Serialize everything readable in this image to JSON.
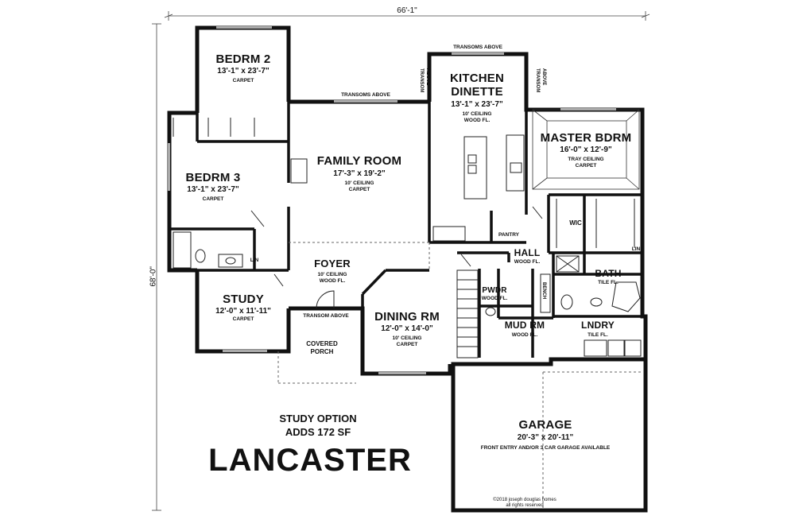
{
  "dimensions": {
    "width_label": "66'-1\"",
    "depth_label": "68'-0\""
  },
  "rooms": {
    "bedrm2": {
      "name": "BEDRM 2",
      "size": "13'-1\" x 23'-7\"",
      "note": "CARPET"
    },
    "bedrm3": {
      "name": "BEDRM 3",
      "size": "13'-1\" x 23'-7\"",
      "note": "CARPET"
    },
    "study": {
      "name": "STUDY",
      "size": "12'-0\" x 11'-11\"",
      "note": "CARPET"
    },
    "family": {
      "name": "FAMILY ROOM",
      "size": "17'-3\" x 19'-2\"",
      "note1": "10' CEILING",
      "note2": "CARPET"
    },
    "kitchen": {
      "name1": "KITCHEN",
      "name2": "DINETTE",
      "size": "13'-1\" x 23'-7\"",
      "note1": "10' CEILING",
      "note2": "WOOD FL."
    },
    "master": {
      "name": "MASTER BDRM",
      "size": "16'-0\" x 12'-9\"",
      "note1": "TRAY CEILING",
      "note2": "CARPET"
    },
    "foyer": {
      "name": "FOYER",
      "note1": "10' CEILING",
      "note2": "WOOD FL."
    },
    "dining": {
      "name": "DINING RM",
      "size": "12'-0\" x 14'-0\"",
      "note1": "10' CEILING",
      "note2": "CARPET"
    },
    "hall": {
      "name": "HALL",
      "note": "WOOD FL."
    },
    "bath": {
      "name": "BATH",
      "note": "TILE FL."
    },
    "pwdr": {
      "name": "PWDR",
      "note": "WOOD FL."
    },
    "mudrm": {
      "name": "MUD RM",
      "note": "WOOD FL."
    },
    "lndry": {
      "name": "LNDRY",
      "note": "TILE FL."
    },
    "garage": {
      "name": "GARAGE",
      "size": "20'-3\" x 20'-11\"",
      "note": "FRONT ENTRY AND/OR 3 CAR GARAGE AVAILABLE"
    },
    "porch": {
      "name1": "COVERED",
      "name2": "PORCH"
    }
  },
  "small_labels": {
    "wic": "WIC",
    "pantry": "PANTRY",
    "lin": "LIN",
    "bench": "BENCH",
    "transoms_above": "TRANSOMS ABOVE",
    "transom_above": "TRANSOM ABOVE",
    "transom": "TRANSOM",
    "above": "ABOVE"
  },
  "study_option": {
    "line1": "STUDY OPTION",
    "line2": "ADDS 172 SF"
  },
  "plan_name": "LANCASTER",
  "copyright": {
    "line1": "©2018 joseph douglas homes",
    "line2": "all rights reserved"
  }
}
